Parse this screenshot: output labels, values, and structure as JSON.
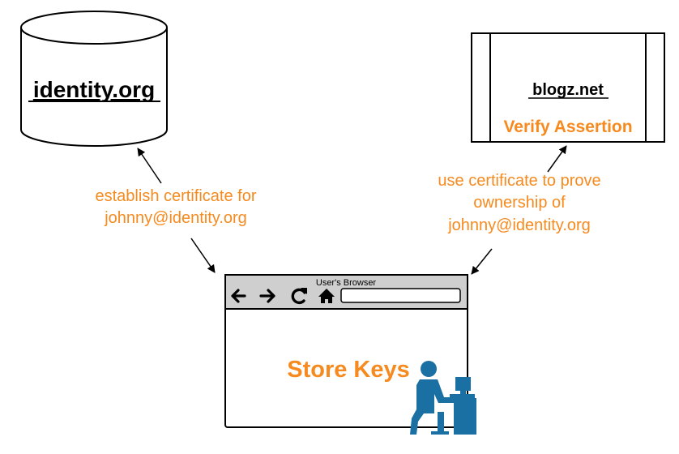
{
  "colors": {
    "accent_orange": "#f68a1e",
    "icon_blue": "#1a6fa3",
    "stroke": "#000000",
    "toolbar_gray": "#cfcfcf"
  },
  "identity_server": {
    "label": "identity.org"
  },
  "relying_party": {
    "label": "blogz.net",
    "action": "Verify Assertion"
  },
  "browser": {
    "title": "User's Browser",
    "action": "Store Keys",
    "icons": [
      "back-arrow-icon",
      "forward-arrow-icon",
      "reload-icon",
      "home-icon"
    ],
    "user_icon": "person-at-computer-icon"
  },
  "edges": {
    "left": {
      "lines": [
        "establish certificate for",
        "johnny@identity.org"
      ]
    },
    "right": {
      "lines": [
        "use certificate to prove",
        "ownership of",
        "johnny@identity.org"
      ]
    }
  }
}
